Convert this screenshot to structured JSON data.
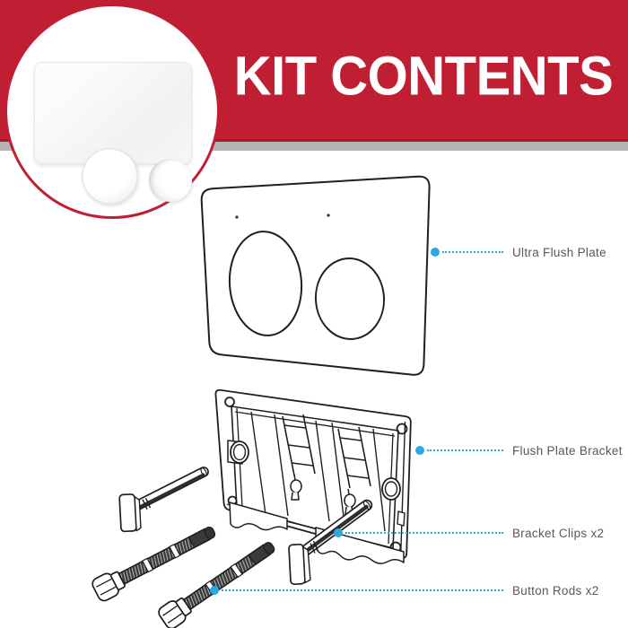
{
  "header": {
    "title": "KIT CONTENTS"
  },
  "callouts": [
    {
      "text": "Ultra Flush Plate"
    },
    {
      "text": "Flush Plate Bracket"
    },
    {
      "text": "Bracket Clips x2"
    },
    {
      "text": "Button Rods x2"
    }
  ],
  "inset": {
    "content": "white dual-button flush plate photo"
  },
  "colors": {
    "banner_red": "#c01f33",
    "banner_edge_red": "#9e1c2b",
    "strip_gray": "#b5b5b5",
    "accent_cyan": "#29abe2",
    "label_gray": "#57585b",
    "line_art": "#1f1f1f"
  }
}
